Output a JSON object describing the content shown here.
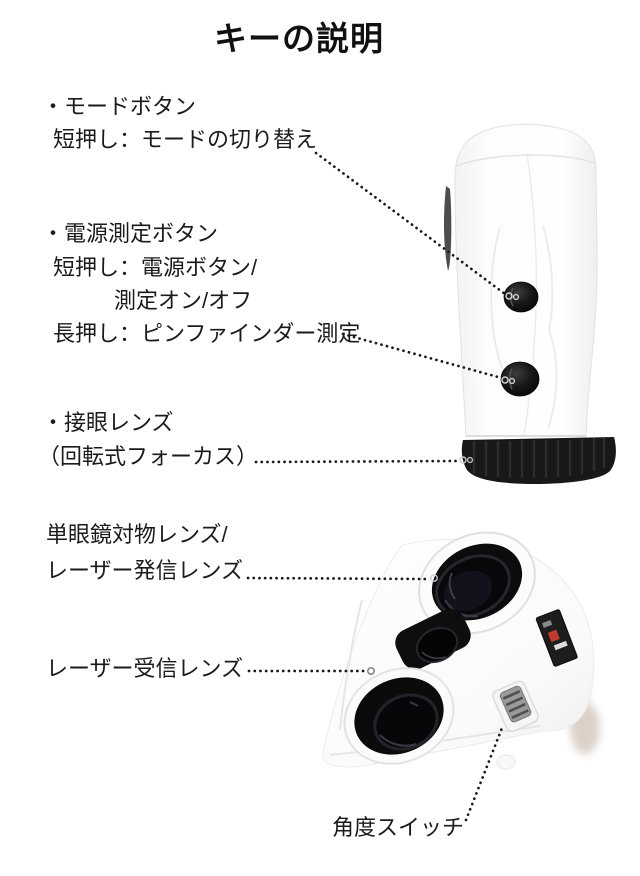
{
  "title": "キーの説明",
  "labels": {
    "mode_button": {
      "heading": "・モードボタン",
      "short_press": "短押し：モードの切り替え"
    },
    "power_button": {
      "heading": "・電源測定ボタン",
      "short_press": "短押し：電源ボタン/",
      "short_press_cont": "測定オン/オフ",
      "long_press": "長押し：ピンファインダー測定"
    },
    "eyepiece": {
      "heading": "・接眼レンズ",
      "note": "（回転式フォーカス）"
    },
    "objective_lens": {
      "line1": "単眼鏡対物レンズ/",
      "line2": "レーザー発信レンズ"
    },
    "receiver_lens": {
      "line1": "レーザー受信レンズ"
    },
    "angle_switch": {
      "line1": "角度スイッチ"
    }
  },
  "colors": {
    "text": "#1b1b1b",
    "leader_dots": "#1a1a1a",
    "device_black": "#141414",
    "body_white": "#fbfbfb",
    "sticker_red": "#c23b2e"
  }
}
